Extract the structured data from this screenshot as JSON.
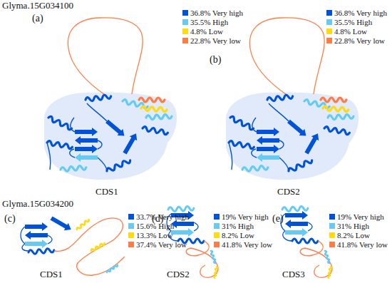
{
  "diagram": {
    "labels": [
      "Glyma.15G034100",
      "(a)",
      "CDS1",
      "(b)",
      "CDS2",
      "Glyma.15G034200",
      "(c)",
      "CDS1",
      "(d)",
      "CDS2",
      "(e)",
      "CDS3"
    ],
    "legend": [
      {
        "text": "36.8% Very high",
        "color": "#0053D6"
      },
      {
        "text": "35.5% High",
        "color": "#65CBF3"
      },
      {
        "text": "4.8% Low",
        "color": "#FFDB13"
      },
      {
        "text": "22.8% Very low",
        "color": "#FF7D45"
      },
      {
        "text": "36.8% Very high",
        "color": "#0053D6"
      },
      {
        "text": "35.5% High",
        "color": "#65CBF3"
      },
      {
        "text": "4.8% Low",
        "color": "#FFDB13"
      },
      {
        "text": "22.8% Very low",
        "color": "#FF7D45"
      },
      {
        "text": "33.7% Very high",
        "color": "#0053D6"
      },
      {
        "text": "15.6% High",
        "color": "#65CBF3"
      },
      {
        "text": "13.3% Low",
        "color": "#FFDB13"
      },
      {
        "text": "37.4% Very low",
        "color": "#FF7D45"
      },
      {
        "text": "19% Very high",
        "color": "#0053D6"
      },
      {
        "text": "31% High",
        "color": "#65CBF3"
      },
      {
        "text": "8.2% Low",
        "color": "#FFDB13"
      },
      {
        "text": "41.8% Very low",
        "color": "#FF7D45"
      },
      {
        "text": "19% Very high",
        "color": "#0053D6"
      },
      {
        "text": "31% High",
        "color": "#65CBF3"
      },
      {
        "text": "8.2% Low",
        "color": "#FFDB13"
      },
      {
        "text": "41.8% Very low",
        "color": "#FF7D45"
      }
    ]
  }
}
